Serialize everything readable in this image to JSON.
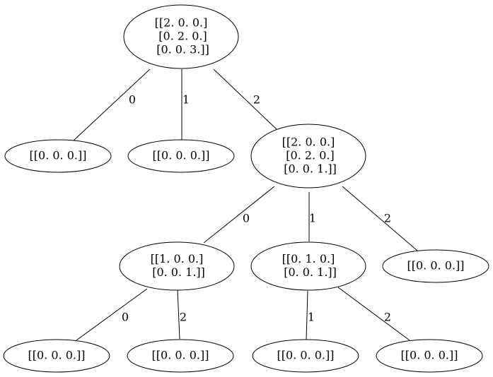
{
  "nodes": {
    "root": {
      "lines": [
        "[[2. 0. 0.]",
        " [0. 2. 0.]",
        " [0. 0. 3.]]"
      ]
    },
    "n0": {
      "lines": [
        "[[0. 0. 0.]]"
      ]
    },
    "n1": {
      "lines": [
        "[[0. 0. 0.]]"
      ]
    },
    "n2": {
      "lines": [
        "[[2. 0. 0.]",
        " [0. 2. 0.]",
        " [0. 0. 1.]]"
      ]
    },
    "n20": {
      "lines": [
        "[[1. 0. 0.]",
        " [0. 0. 1.]]"
      ]
    },
    "n21": {
      "lines": [
        "[[0. 1. 0.]",
        " [0. 0. 1.]]"
      ]
    },
    "n22": {
      "lines": [
        "[[0. 0. 0.]]"
      ]
    },
    "n200": {
      "lines": [
        "[[0. 0. 0.]]"
      ]
    },
    "n202": {
      "lines": [
        "[[0. 0. 0.]]"
      ]
    },
    "n211": {
      "lines": [
        "[[0. 0. 0.]]"
      ]
    },
    "n212": {
      "lines": [
        "[[0. 0. 0.]]"
      ]
    }
  },
  "edges": {
    "root_n0": {
      "label": "0"
    },
    "root_n1": {
      "label": "1"
    },
    "root_n2": {
      "label": "2"
    },
    "n2_n20": {
      "label": "0"
    },
    "n2_n21": {
      "label": "1"
    },
    "n2_n22": {
      "label": "2"
    },
    "n20_n200": {
      "label": "0"
    },
    "n20_n202": {
      "label": "2"
    },
    "n21_n211": {
      "label": "1"
    },
    "n21_n212": {
      "label": "2"
    }
  }
}
